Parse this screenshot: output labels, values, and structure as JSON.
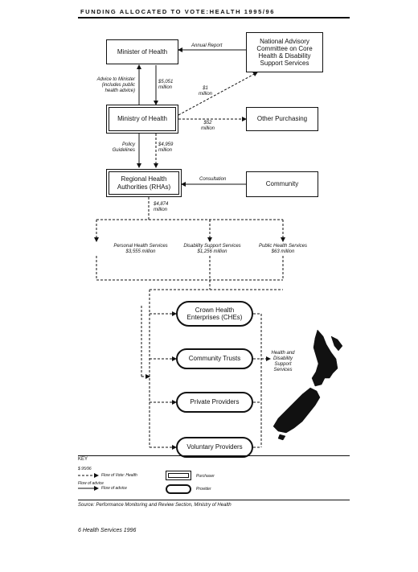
{
  "header": "Funding allocated to Vote:Health 1995/96",
  "boxes": {
    "minister": "Minister of Health",
    "nac": "National Advisory\nCommittee on Core\nHealth & Disability\nSupport Services",
    "ministry": "Ministry of Health",
    "other": "Other Purchasing",
    "rha": "Regional Health\nAuthorities (RHAs)",
    "community": "Community"
  },
  "providers": {
    "che": "Crown Health\nEnterprises (CHEs)",
    "trusts": "Community Trusts",
    "private": "Private Providers",
    "voluntary": "Voluntary Providers"
  },
  "labels": {
    "annual_report": "Annual Report",
    "advice": "Advice to Minister\n(includes public\nhealth advice)",
    "m5051": "$5,051\nmillion",
    "m1": "$1\nmillion",
    "m52": "$52\nmillion",
    "policy": "Policy\nGuidelines",
    "m4959": "$4,959\nmillion",
    "consultation": "Consultation",
    "m4874": "$4,874\nmillion",
    "personal": "Personal Health Services\n$3,555 million",
    "disability": "Disability Support Services\n$1,256 million",
    "public": "Public Health Services\n$63 million",
    "hds": "Health and\nDisability\nSupport\nServices"
  },
  "key": {
    "title": "KEY",
    "vote_unit": "$ 95/96",
    "flow_vote": "Flow of Vote: Health",
    "flow_advice_title": "Flow of advice",
    "flow_advice": "Flow of advice",
    "purchaser": "Purchaser",
    "provider": "Provider"
  },
  "source": "Source: Performance Monitoring and Review Section, Ministry of Health",
  "footer": "6   Health Services 1996"
}
